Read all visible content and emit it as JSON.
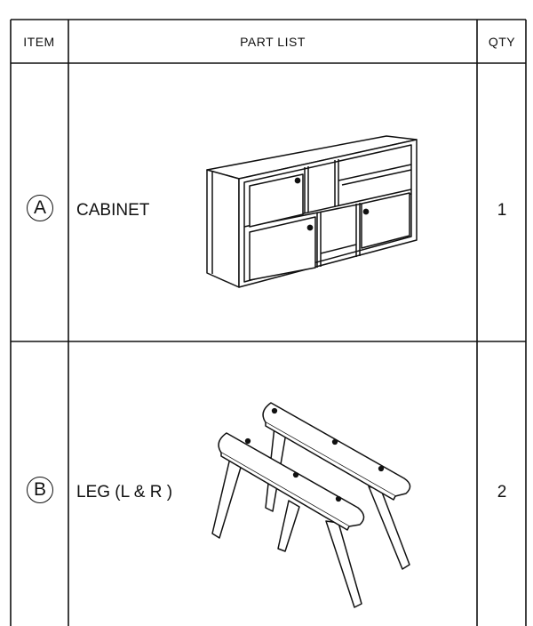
{
  "headers": {
    "item": "ITEM",
    "part_list": "PART LIST",
    "qty": "QTY"
  },
  "rows": [
    {
      "id": "A",
      "name": "CABINET",
      "qty": "1",
      "illustration": "cabinet-drawing"
    },
    {
      "id": "B",
      "name": "LEG (L & R )",
      "qty": "2",
      "illustration": "legs-drawing"
    }
  ]
}
